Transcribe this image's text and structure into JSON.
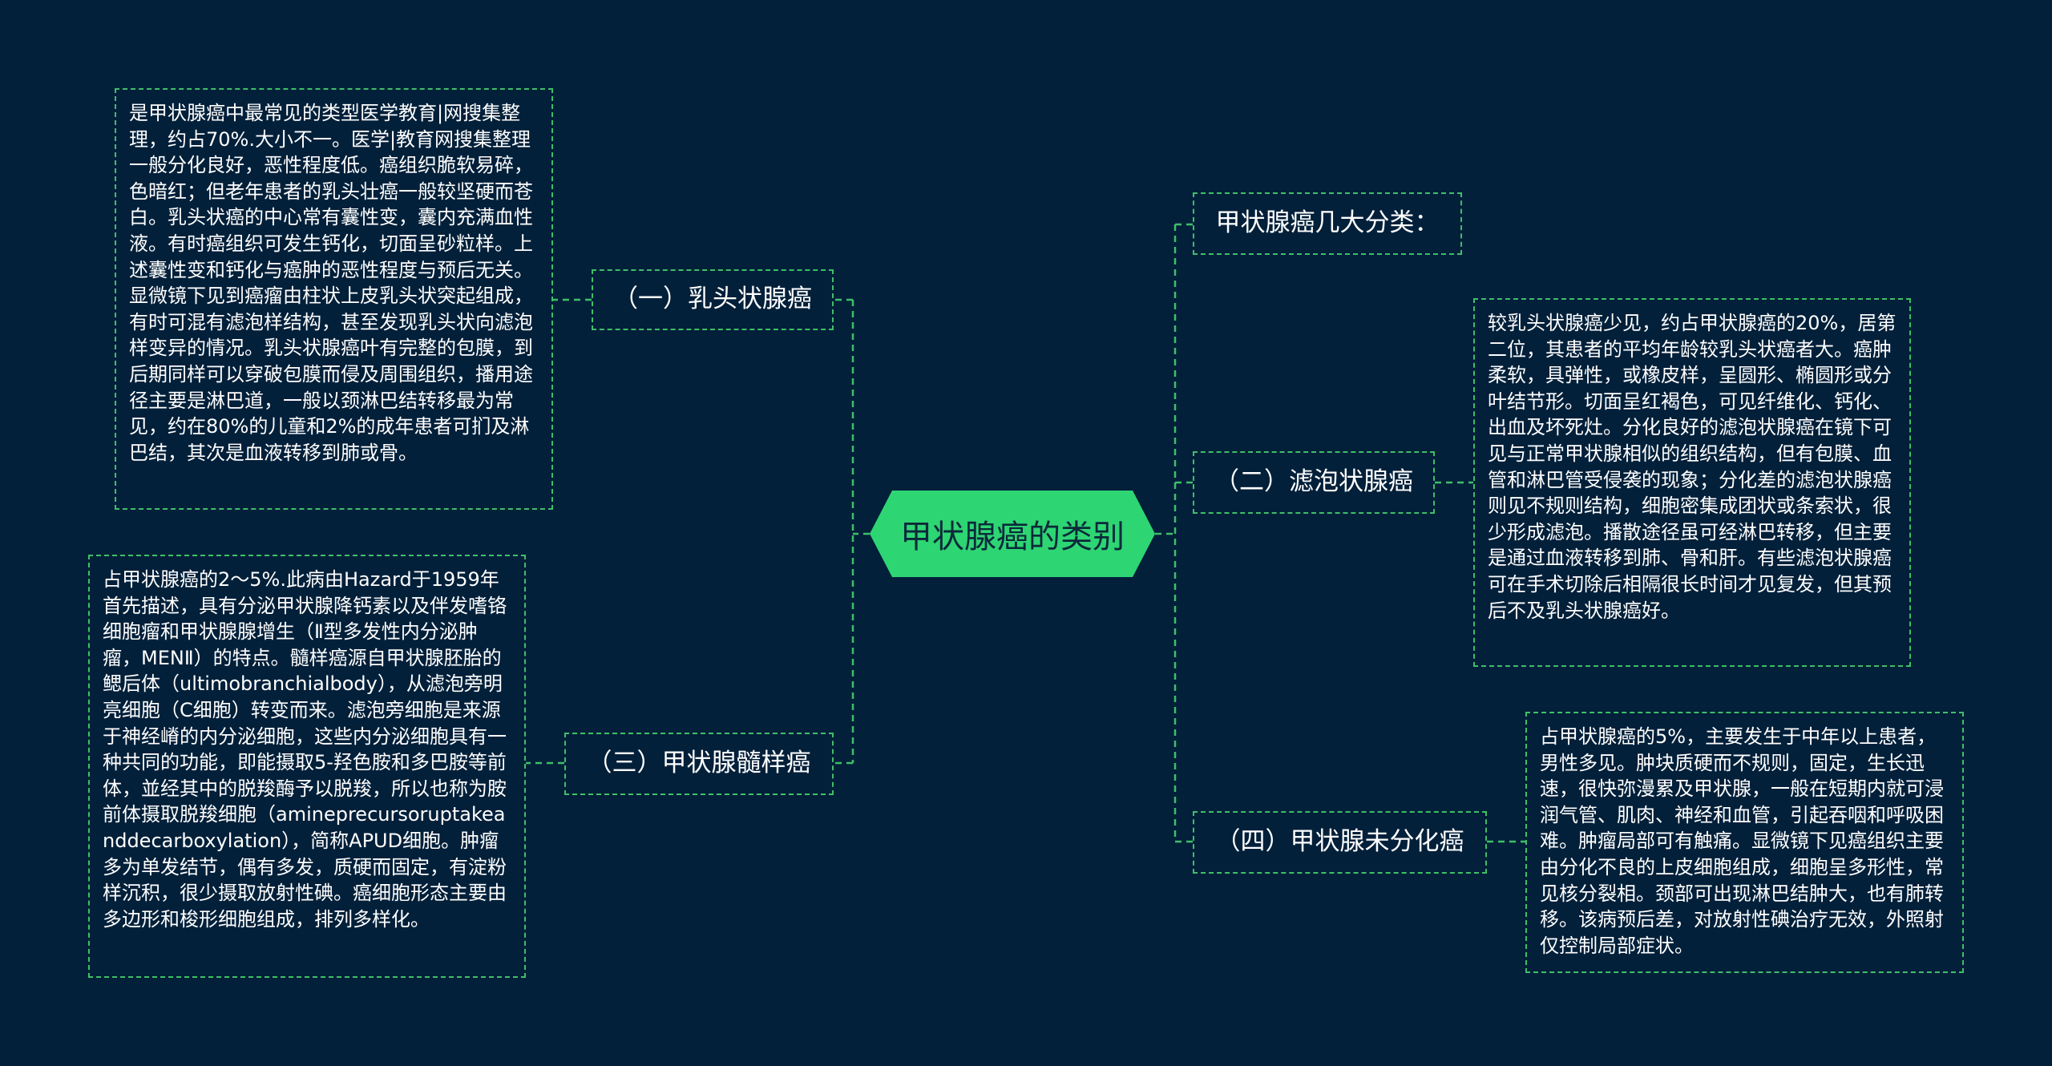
{
  "central": {
    "label": "甲状腺癌的类别"
  },
  "branches": [
    {
      "id": "b1",
      "label": "（一）乳头状腺癌"
    },
    {
      "id": "b2",
      "label": "（三）甲状腺髓样癌"
    },
    {
      "id": "b3",
      "label": "甲状腺癌几大分类："
    },
    {
      "id": "b4",
      "label": "（二）滤泡状腺癌"
    },
    {
      "id": "b5",
      "label": "（四）甲状腺未分化癌"
    }
  ],
  "details": [
    {
      "id": "d1",
      "text": "是甲状腺癌中最常见的类型医学教育|网搜集整理，约占70%.大小不一。医学|教育网搜集整理一般分化良好，恶性程度低。癌组织脆软易碎，色暗红；但老年患者的乳头壮癌一般较坚硬而苍白。乳头状癌的中心常有囊性变，囊内充满血性液。有时癌组织可发生钙化，切面呈砂粒样。上述囊性变和钙化与癌肿的恶性程度与预后无关。显微镜下见到癌瘤由柱状上皮乳头状突起组成，有时可混有滤泡样结构，甚至发现乳头状向滤泡样变异的情况。乳头状腺癌叶有完整的包膜，到后期同样可以穿破包膜而侵及周围组织，播用途径主要是淋巴道，一般以颈淋巴结转移最为常见，约在80%的儿童和2%的成年患者可扪及淋巴结，其次是血液转移到肺或骨。"
    },
    {
      "id": "d2",
      "text": "占甲状腺癌的2～5%.此病由Hazard于1959年首先描述，具有分泌甲状腺降钙素以及伴发嗜铬细胞瘤和甲状腺腺增生（Ⅱ型多发性内分泌肿瘤，MENⅡ）的特点。髓样癌源自甲状腺胚胎的鳃后体（ultimobranchialbody），从滤泡旁明亮细胞（C细胞）转变而来。滤泡旁细胞是来源于神经嵴的内分泌细胞，这些内分泌细胞具有一种共同的功能，即能摄取5-羟色胺和多巴胺等前体，並经其中的脱羧酶予以脱羧，所以也称为胺前体摄取脱羧细胞（amineprecursoruptakeanddecarboxylation），简称APUD细胞。肿瘤多为单发结节，偶有多发，质硬而固定，有淀粉样沉积，很少摄取放射性碘。癌细胞形态主要由多边形和梭形细胞组成，排列多样化。"
    },
    {
      "id": "d4",
      "text": "较乳头状腺癌少见，约占甲状腺癌的20%，居第二位，其患者的平均年龄较乳头状癌者大。癌肿柔软，具弹性，或橡皮样，呈圆形、椭圆形或分叶结节形。切面呈红褐色，可见纤维化、钙化、出血及坏死灶。分化良好的滤泡状腺癌在镜下可见与正常甲状腺相似的组织结构，但有包膜、血管和淋巴管受侵袭的现象；分化差的滤泡状腺癌则见不规则结构，细胞密集成团状或条索状，很少形成滤泡。播散途径虽可经淋巴转移，但主要是通过血液转移到肺、骨和肝。有些滤泡状腺癌可在手术切除后相隔很长时间才见复发，但其预后不及乳头状腺癌好。"
    },
    {
      "id": "d5",
      "text": "占甲状腺癌的5%，主要发生于中年以上患者，男性多见。肿块质硬而不规则，固定，生长迅速，很快弥漫累及甲状腺，一般在短期内就可浸润气管、肌肉、神经和血管，引起吞咽和呼吸困难。肿瘤局部可有触痛。显微镜下见癌组织主要由分化不良的上皮细胞组成，细胞呈多形性，常见核分裂相。颈部可出现淋巴结肿大，也有肺转移。该病预后差，对放射性碘治疗无效，外照射仅控制局部症状。"
    }
  ],
  "colors": {
    "background": "#03203a",
    "accent": "#2ed573",
    "border": "#3fbf68",
    "text": "#ffffff"
  }
}
